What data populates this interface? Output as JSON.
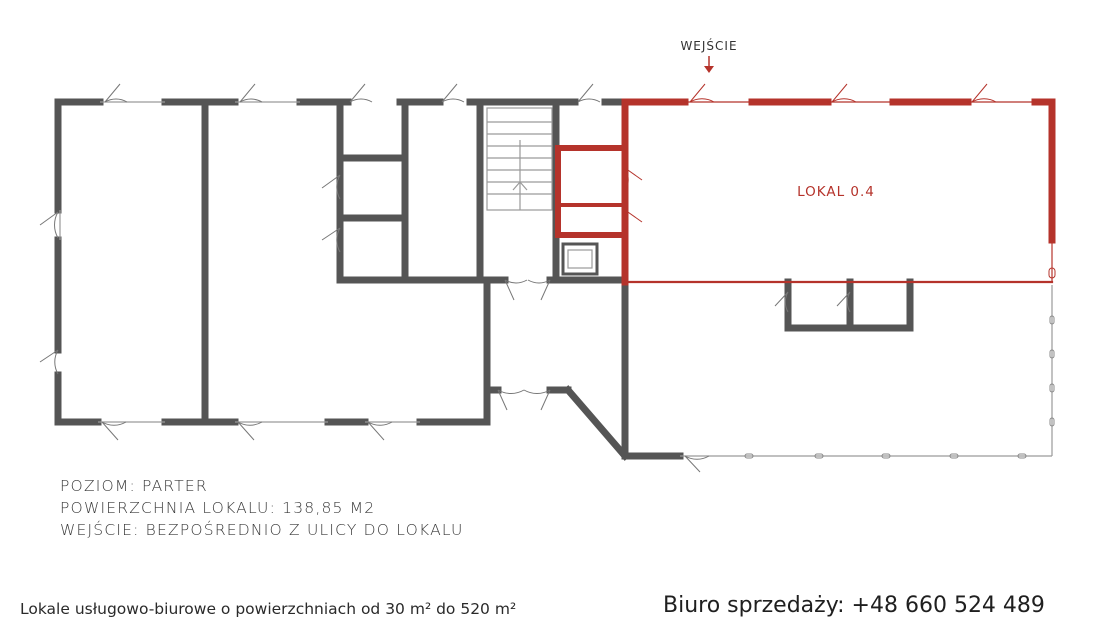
{
  "plan": {
    "entrance_label": "WEJŚCIE",
    "unit_label": "LOKAL 0.4",
    "highlight_color": "#b5332b",
    "wall_color": "#555555"
  },
  "info": {
    "level": "POZIOM: PARTER",
    "area": "POWIERZCHNIA LOKALU: 138,85 M2",
    "entrance": "WEJŚCIE: BEZPOŚREDNIO Z ULICY DO LOKALU"
  },
  "footer": {
    "left": "Lokale usługowo-biurowe o powierzchniach od 30 m² do 520 m²",
    "right": "Biuro sprzedaży: +48 660 524 489"
  }
}
